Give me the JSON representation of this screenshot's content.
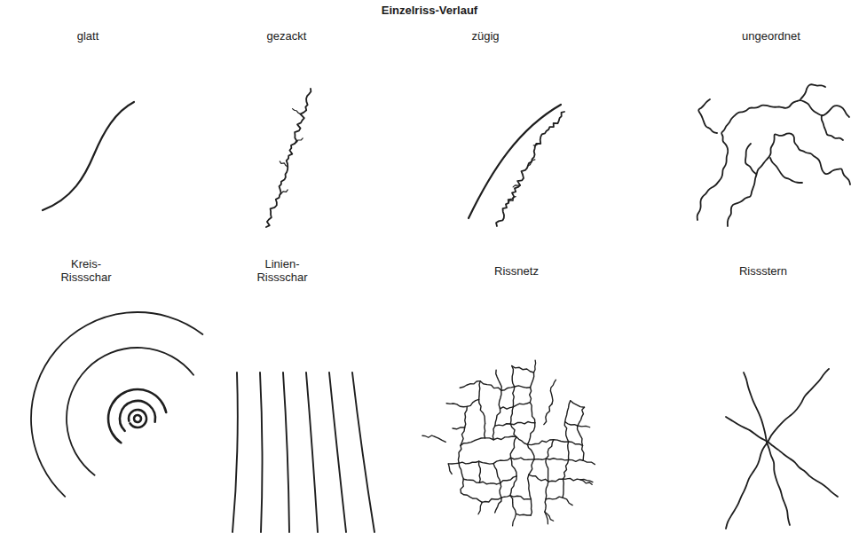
{
  "diagram": {
    "title": "Einzelriss-Verlauf",
    "labels": [
      "glatt",
      "gezackt",
      "zügig",
      "ungeordnet",
      "Kreis- Rissschar",
      "Linien- Rissschar",
      "Rissnetz",
      "Rissstern"
    ]
  }
}
